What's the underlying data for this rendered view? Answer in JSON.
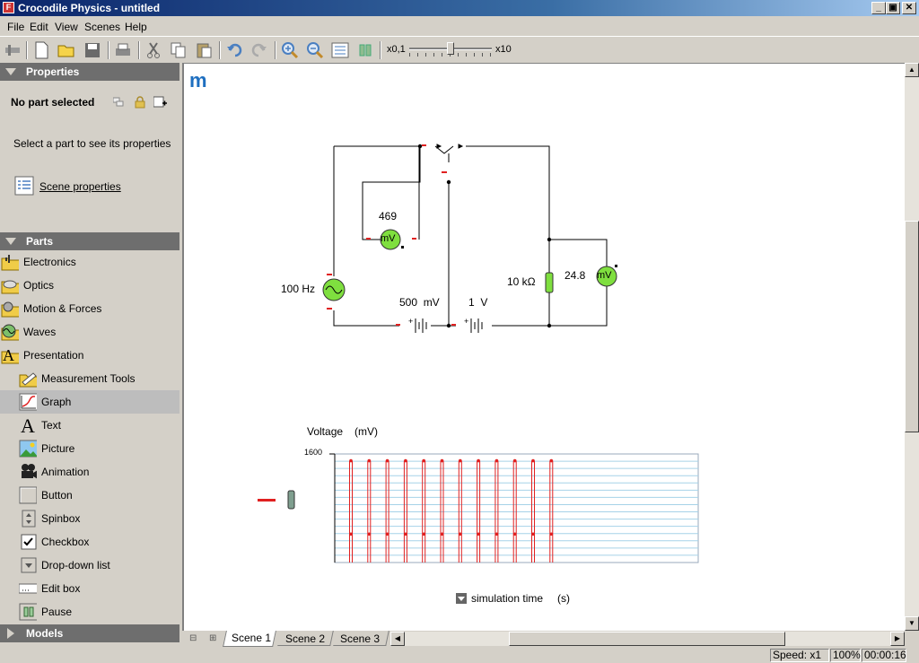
{
  "window": {
    "title": "Crocodile Physics - untitled",
    "app_icon": "F",
    "controls": [
      "_",
      "▣",
      "✕"
    ]
  },
  "menu": [
    "File",
    "Edit",
    "View",
    "Scenes",
    "Help"
  ],
  "toolbar": {
    "speed_min": "x0,1",
    "speed_max": "x10"
  },
  "properties": {
    "header": "Properties",
    "title": "No part selected",
    "hint": "Select a part to see its properties",
    "scene_link": "Scene properties"
  },
  "parts": {
    "header": "Parts",
    "categories": [
      "Electronics",
      "Optics",
      "Motion & Forces",
      "Waves",
      "Presentation"
    ],
    "presentation_items": [
      "Measurement Tools",
      "Graph",
      "Text",
      "Picture",
      "Animation",
      "Button",
      "Spinbox",
      "Checkbox",
      "Drop-down list",
      "Edit box",
      "Pause"
    ],
    "selected": "Graph"
  },
  "models": {
    "header": "Models"
  },
  "circuit": {
    "meter1_value": "469",
    "meter1_unit": "mV",
    "meter2_value": "24.8",
    "meter2_unit": "mV",
    "source_label": "100 Hz",
    "battery1_label": "500  mV",
    "battery2_label": "1  V",
    "resistor_label": "10 kΩ"
  },
  "graph": {
    "title": "Voltage",
    "unit": "(mV)",
    "ymax_label": "1600",
    "xaxis_label": "simulation time",
    "xaxis_unit": "(s)"
  },
  "chart_data": {
    "type": "line",
    "title": "Voltage",
    "ylabel": "(mV)",
    "xlabel": "simulation time",
    "ylim": [
      0,
      1600
    ],
    "grid": true,
    "pulse_count": 12,
    "pulse_peak": 1500,
    "series": [
      {
        "values": [
          0,
          1500,
          0,
          1500,
          0,
          1500,
          0,
          1500,
          0,
          1500,
          0,
          1500,
          0,
          1500,
          0,
          1500,
          0,
          1500,
          0,
          1500,
          0,
          1500,
          0,
          1500,
          0
        ]
      }
    ]
  },
  "tabs": [
    "Scene 1",
    "Scene 2",
    "Scene 3"
  ],
  "status": {
    "speed": "Speed: x1",
    "zoom": "100%",
    "time": "00:00:16"
  },
  "colors": {
    "accent": "#e02020",
    "meter_green": "#7fdf3f",
    "grid_blue": "#a6d2e8",
    "logo_blue": "#1e6fc0"
  }
}
